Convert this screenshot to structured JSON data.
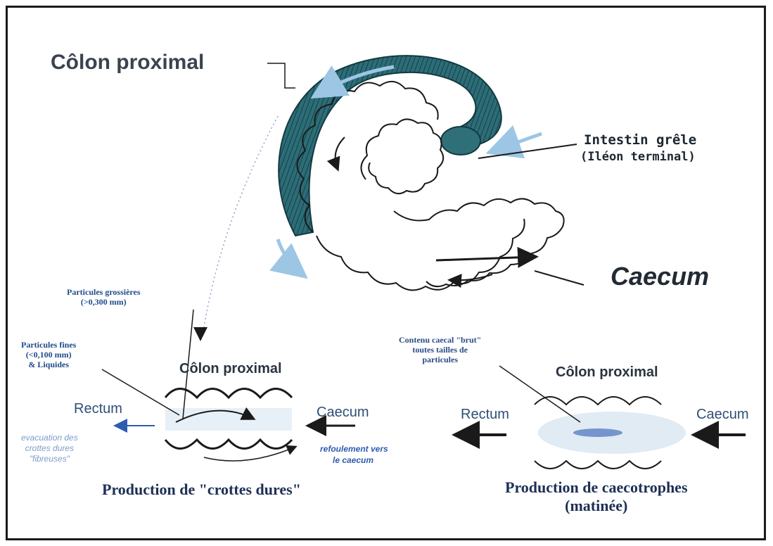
{
  "labels": {
    "colon_proximal_top": "Côlon proximal",
    "intestin_grele": "Intestin grêle",
    "ileon_terminal": "(Iléon terminal)",
    "caecum_top": "Caecum",
    "particules_grossieres": "Particules grossières",
    "particules_grossieres_size": "(>0,300 mm)",
    "particules_fines": "Particules fines",
    "particules_fines_size": "(<0,100 mm)",
    "liquides": "& Liquides",
    "left_colon_proximal": "Côlon proximal",
    "left_rectum": "Rectum",
    "left_caecum": "Caecum",
    "refoulement_1": "refoulement vers",
    "refoulement_2": "le caecum",
    "evacuation_1": "evacuation des",
    "evacuation_2": "crottes dures",
    "evacuation_3": "\"fibreuses\"",
    "contenu_1": "Contenu caecal \"brut\"",
    "contenu_2": "toutes tailles de",
    "contenu_3": "particules",
    "right_colon_proximal": "Côlon proximal",
    "right_rectum": "Rectum",
    "right_caecum": "Caecum",
    "production_left": "Production de \"crottes dures\"",
    "production_right_1": "Production de caecotrophes",
    "production_right_2": "(matinée)"
  },
  "colors": {
    "colon_teal": "#2f6f78",
    "outline": "#1a1a1a",
    "arrow_light_blue": "#9cc6e4",
    "label_blue": "#1f4a8a"
  }
}
